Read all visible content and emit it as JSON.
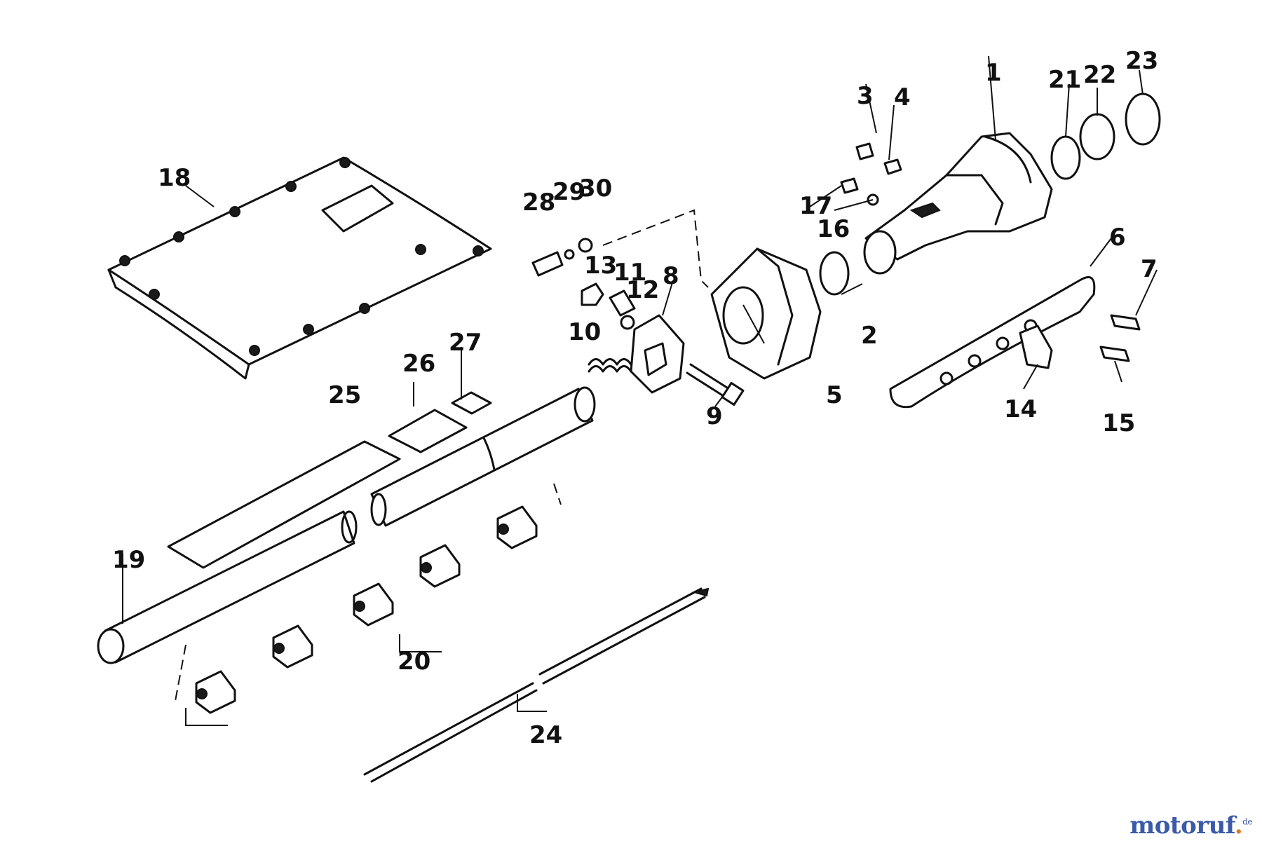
{
  "diagram": {
    "callouts": {
      "c1": "1",
      "c2": "2",
      "c3": "3",
      "c4": "4",
      "c5": "5",
      "c6": "6",
      "c7": "7",
      "c8": "8",
      "c9": "9",
      "c10": "10",
      "c11": "11",
      "c12": "12",
      "c13": "13",
      "c14": "14",
      "c15": "15",
      "c16": "16",
      "c17": "17",
      "c18": "18",
      "c19": "19",
      "c20": "20",
      "c21": "21",
      "c22": "22",
      "c23": "23",
      "c24": "24",
      "c25": "25",
      "c26": "26",
      "c27": "27",
      "c28": "28",
      "c29": "29",
      "c30": "30"
    }
  },
  "watermark": {
    "brand": "motoruf",
    "dot": ".",
    "tld": "de"
  }
}
